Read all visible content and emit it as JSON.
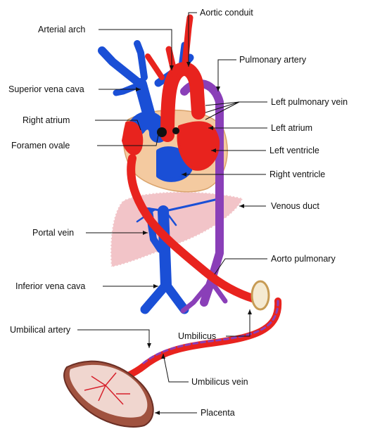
{
  "labels": {
    "aortic_conduit": "Aortic conduit",
    "arterial_arch": "Arterial arch",
    "pulmonary_artery": "Pulmonary artery",
    "superior_vena_cava": "Superior vena cava",
    "left_pulmonary_vein": "Left pulmonary vein",
    "right_atrium": "Right atrium",
    "left_atrium": "Left atrium",
    "foramen_ovale": "Foramen ovale",
    "left_ventricle": "Left ventricle",
    "right_ventricle": "Right ventricle",
    "venous_duct": "Venous duct",
    "portal_vein": "Portal vein",
    "aorto_pulmonary": "Aorto pulmonary",
    "inferior_vena_cava": "Inferior vena cava",
    "umbilicus": "Umbilicus",
    "umbilical_artery": "Umbilical artery",
    "umbilicus_vein": "Umbilicus vein",
    "placenta": "Placenta"
  },
  "colors": {
    "artery_red": "#e8231e",
    "vein_blue": "#1a4fd6",
    "pulmonary_purple": "#8a3fb8",
    "pericardium_tan": "#f4caa0",
    "liver_pink": "#f2c4c8",
    "placenta_brown": "#a0523f"
  }
}
